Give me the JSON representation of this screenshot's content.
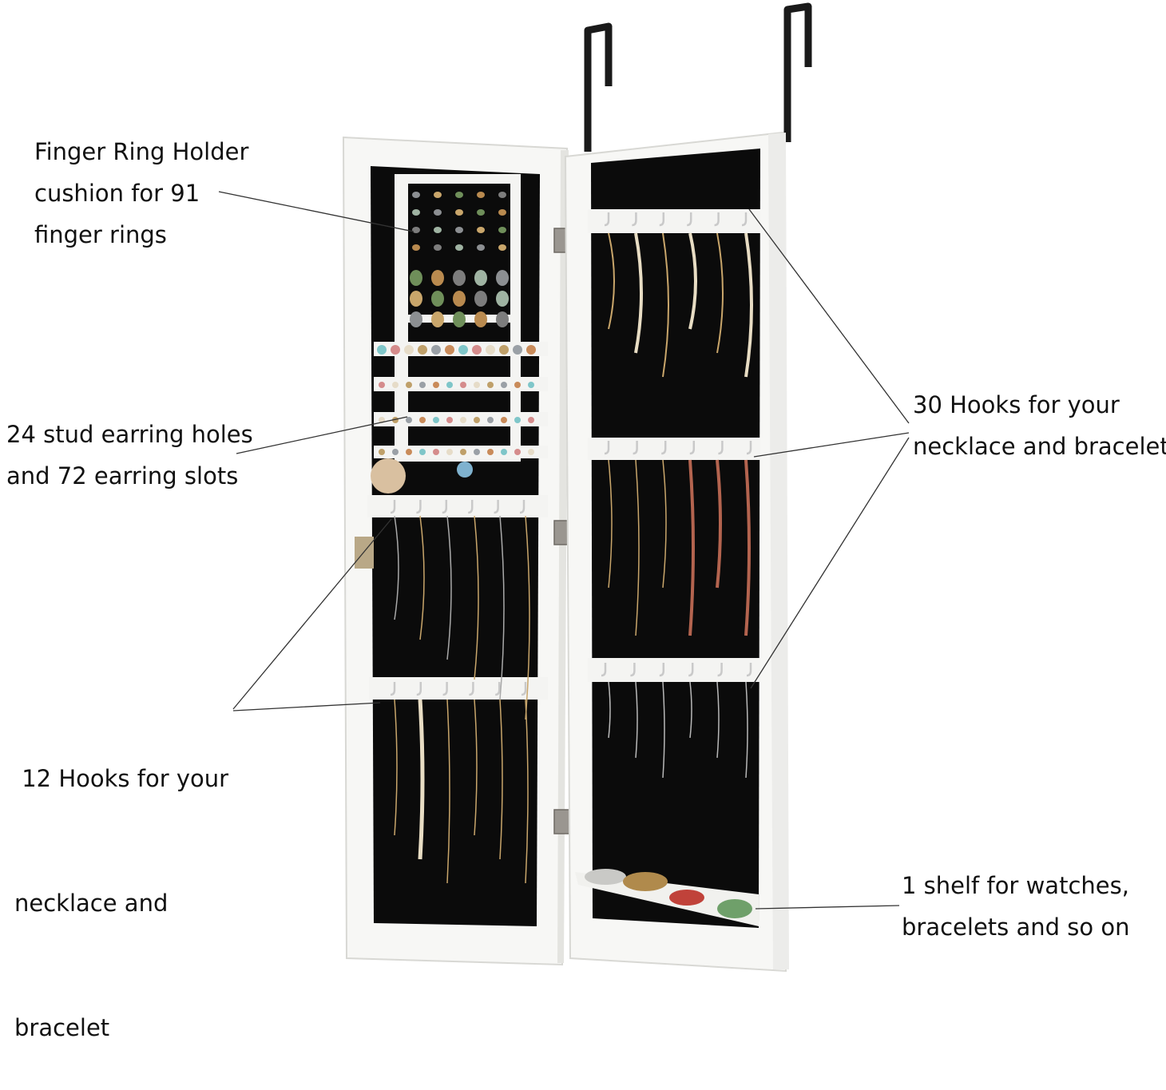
{
  "annotations": {
    "ring_holder": {
      "lines": [
        "Finger Ring Holder",
        "cushion for 91",
        "finger rings"
      ]
    },
    "earrings": {
      "lines": [
        "24 stud earring holes",
        "and 72 earring slots"
      ]
    },
    "hooks_12": {
      "lines": [
        " 12 Hooks for your",
        "necklace and",
        "bracelet"
      ]
    },
    "hooks_30": {
      "lines": [
        "30 Hooks for your",
        "necklace and bracelet"
      ]
    },
    "shelf": {
      "lines": [
        "1 shelf for watches,",
        "bracelets and so on"
      ]
    }
  },
  "colors": {
    "cabinet": "#f7f7f5",
    "velvet": "#0b0b0b",
    "hook": "#c9c9c9",
    "hanger": "#1a1a1a",
    "hinge": "#9a9690",
    "gold": "#c9a66b",
    "pearl": "#e8ddc4"
  }
}
